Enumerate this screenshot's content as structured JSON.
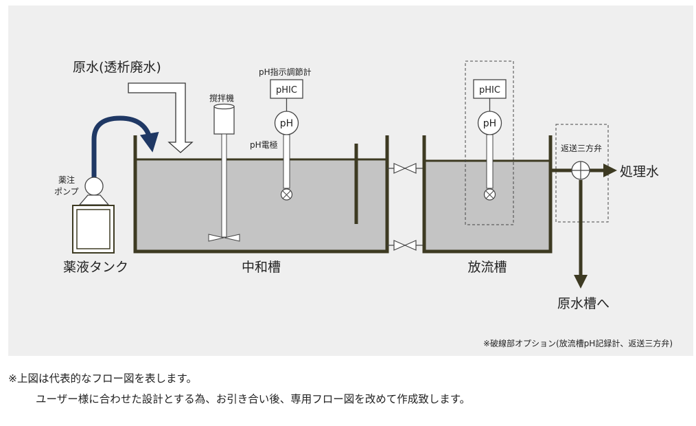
{
  "diagram": {
    "raw_water_label": "原水(透析廃水)",
    "controller_label": "pH指示調節計",
    "phic_label": "pHIC",
    "ph_label": "pH",
    "mixer_label": "撹拌機",
    "electrode_label": "pH電極",
    "pump_label_line1": "薬注",
    "pump_label_line2": "ポンプ",
    "tank_label": "薬液タンク",
    "neutralization_label": "中和槽",
    "discharge_label": "放流槽",
    "valve_label": "返送三方弁",
    "treated_water_label": "処理水",
    "return_label": "原水槽へ",
    "option_note": "※破線部オプション(放流槽pH記録計、返送三方弁)"
  },
  "footnote": {
    "line1": "※上図は代表的なフロー図を表します。",
    "line2": "ユーザー様に合わせた設計とする為、お引き合い後、専用フロー図を改めて作成致します。"
  },
  "colors": {
    "panel_bg": "#efefef",
    "water": "#c4c4c4",
    "tank_wall": "#3d3a22",
    "pump_hose": "#1f3864"
  }
}
